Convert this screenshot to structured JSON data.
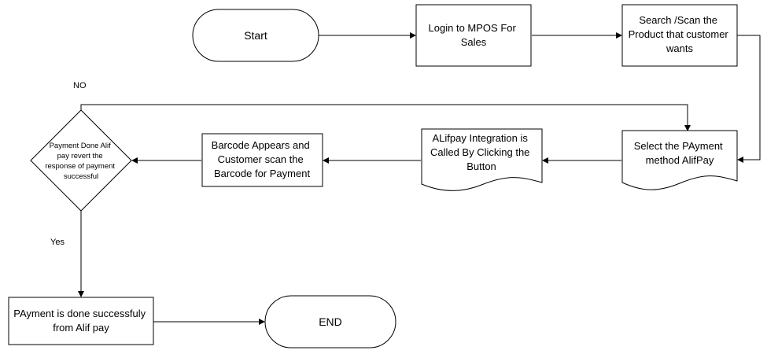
{
  "nodes": {
    "start": "Start",
    "login": [
      "Login to MPOS For",
      "Sales"
    ],
    "search": [
      "Search /Scan the",
      "Product that customer",
      "wants"
    ],
    "select": [
      "Select the PAyment",
      "method AlifPay"
    ],
    "integration": [
      "ALifpay Integration is",
      "Called By Clicking the",
      "Button"
    ],
    "barcode": [
      "Barcode Appears and",
      "Customer scan the",
      "Barcode for Payment"
    ],
    "decision": [
      "Payment Done Alif",
      "pay revert the",
      "response of payment",
      "successful"
    ],
    "success": [
      "PAyment is done successfuly",
      "from Alif pay"
    ],
    "end": "END"
  },
  "edge_labels": {
    "no": "NO",
    "yes": "Yes"
  }
}
